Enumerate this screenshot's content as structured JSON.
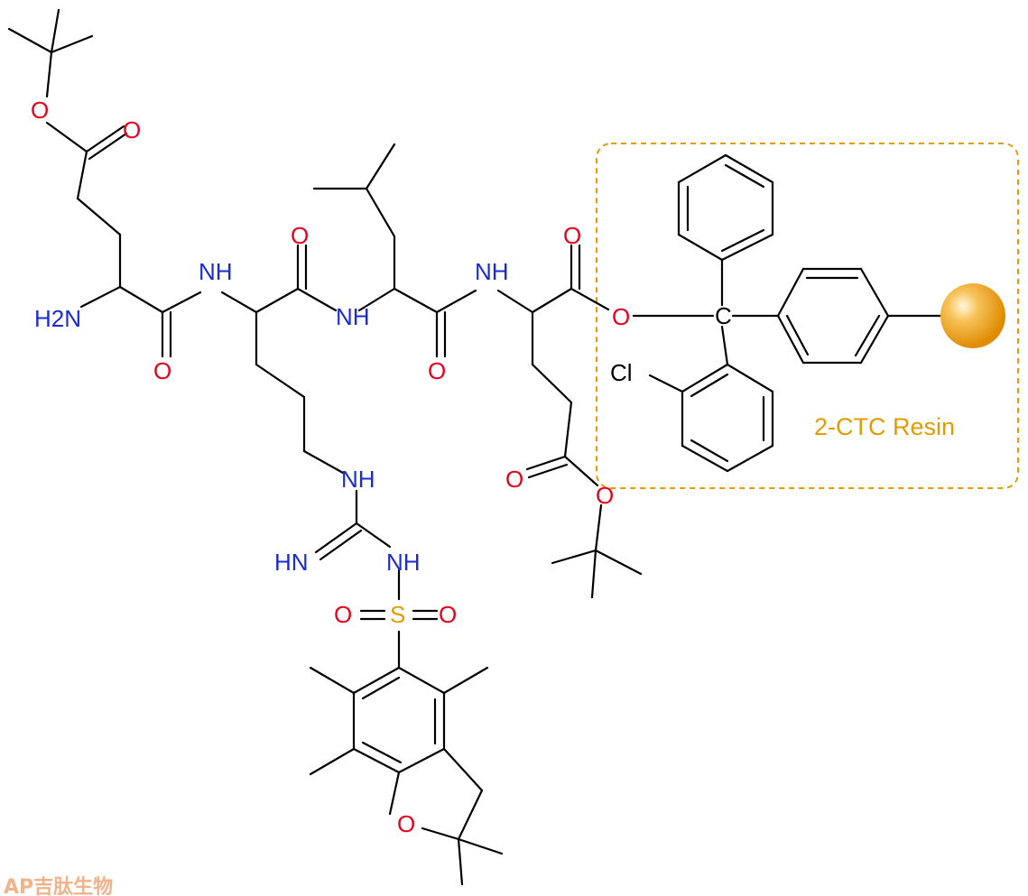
{
  "colors": {
    "oxygen": "#e8001c",
    "nitrogen": "#1a2bd6",
    "sulfur": "#e39b00",
    "resin": "#e39b00",
    "bond": "#000000",
    "logo": "#f2b38a"
  },
  "atoms": {
    "o1": "O",
    "o2": "O",
    "nh2": "H2N",
    "o3": "O",
    "nh1": "NH",
    "o4": "O",
    "nh_b": "NH",
    "o5": "O",
    "nh_c": "NH",
    "o6": "O",
    "o7": "O",
    "o8": "O",
    "o9": "O",
    "nh_d": "NH",
    "hn_e": "HN",
    "nh_f": "NH",
    "s1": "S",
    "o10": "O",
    "o11": "O",
    "o12": "O",
    "cl": "Cl",
    "c_trityl": "C"
  },
  "resin": {
    "label": "2-CTC Resin"
  },
  "logo": {
    "text": "AP吉肽生物"
  },
  "icons": {
    "resin_bead": "orange-sphere-icon"
  }
}
